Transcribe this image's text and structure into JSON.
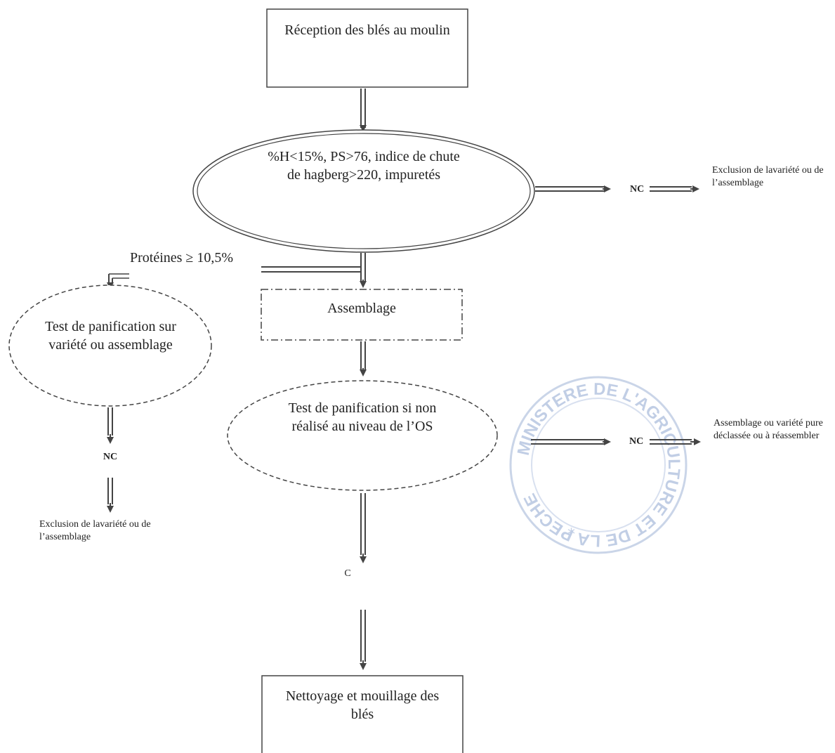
{
  "nodes": {
    "reception": "Réception des blés au moulin",
    "criteria": "%H<15%, PS>76, indice de chute de hagberg>220, impuretés",
    "assemblage": "Assemblage",
    "test_left": "Test de panification sur variété ou assemblage",
    "test_center": "Test de panification si non réalisé au niveau de l’OS",
    "nettoyage": "Nettoyage et mouillage des blés"
  },
  "labels": {
    "proteines": "Protéines ≥ 10,5%",
    "nc_top": "NC",
    "nc_left": "NC",
    "nc_right": "NC",
    "c": "C"
  },
  "outcomes": {
    "exclusion_top": "Exclusion de lavariété ou de l’assemblage",
    "exclusion_left": "Exclusion de lavariété ou de l’assemblage",
    "declassee": "Assemblage ou variété pure déclassée ou à réassembler"
  },
  "stamp": {
    "text": "MINISTERE DE L'AGRICULTURE ET DE LA PECHE"
  }
}
